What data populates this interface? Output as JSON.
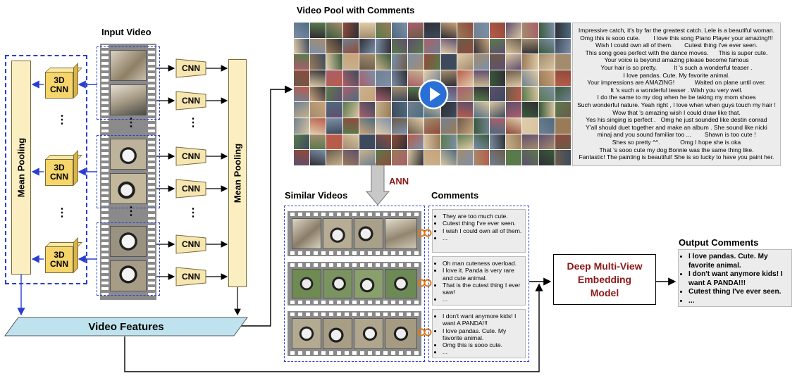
{
  "labels": {
    "input_video": "Input Video",
    "video_pool": "Video Pool with Comments",
    "similar_videos": "Similar Videos",
    "comments": "Comments",
    "output_comments": "Output Comments",
    "ann": "ANN",
    "mean_pooling_left": "Mean Pooling",
    "mean_pooling_right": "Mean Pooling",
    "video_features": "Video Features",
    "deep_model": "Deep Multi-View Embedding Model",
    "cnn": "CNN",
    "cnn3d_line1": "3D",
    "cnn3d_line2": "CNN",
    "ellipsis": "⋮"
  },
  "pool_comments": [
    "Impressive catch, it's by far the greatest catch. Lele is a beautiful woman.",
    "Omg this is sooo cute.        I love this song Piano Player your amazing!!!",
    "Wish I could own all of them.       Cutest thing I've ever seen.",
    "This song goes perfect with the dance moves.      This is super cute.",
    "Your voice is beyond amazing please become famous",
    "Your hair is so pretty.          It 's such a wonderful teaser .",
    "I love pandas. Cute. My favorite animal.",
    "Your impressions are AMAZING!            Waited on plane until over.",
    "It 's such a wonderful teaser . Wish you very well.",
    "I do the same to my dog when he be taking my mom shoes",
    "Such wonderful nature. Yeah right , I love when when guys touch my hair !",
    "Wow that 's amazing wish I could draw like that.",
    "Yes his singing is perfect .   Omg he just sounded like destin conrad",
    "Y'all should duet together and make an album . She sound like nicki",
    "minaj and you sound familiar too ...        Shawn is too cute !",
    "Shes so pretty ^^.            Omg I hope she is oka",
    "That 's sooo cute my dog Bonnie was the same thing like.",
    "Fantastic! The painting is beautiful! She is so lucky to have you paint her."
  ],
  "similar_comments": [
    [
      "They are too much cute.",
      "Cutest thing I've ever seen.",
      "I wish I could own all of them.",
      "..."
    ],
    [
      "Oh man cuteness overload.",
      "I love it. Panda is very rare and cute animal.",
      "That is the cutest thing I ever saw!",
      "..."
    ],
    [
      "I don't want anymore kids! I want A PANDA!!!",
      "I love pandas. Cute. My favorite animal.",
      "Omg this is sooo cute.",
      "..."
    ]
  ],
  "output_comments": [
    "I love pandas. Cute. My favorite animal.",
    "I don't want anymore kids! I want A PANDA!!!",
    "Cutest thing I've ever seen.",
    "..."
  ],
  "colors": {
    "dashed_border": "#2a3fd0",
    "mean_pooling_fill": "#fbeec0",
    "cube_fill": "#f6d66a",
    "video_features_fill": "#bfe3ee",
    "deep_model_text": "#8b1a1a",
    "ann_text": "#8b1a1a",
    "link_color": "#e07a10"
  }
}
